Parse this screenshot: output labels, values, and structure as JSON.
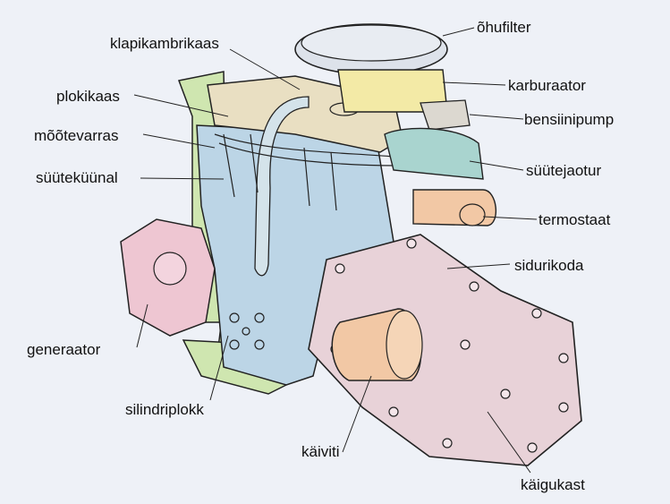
{
  "labels": {
    "ohufilter": "õhufilter",
    "klapikambrikaas": "klapikambrikaas",
    "karburaator": "karburaator",
    "plokikaas": "plokikaas",
    "bensiinipump": "bensiinipump",
    "mootevarras": "mõõtevarras",
    "suutejaotur": "süütejaotur",
    "suutekuunal": "süüteküünal",
    "termostaat": "termostaat",
    "sidurikoda": "sidurikoda",
    "generaator": "generaator",
    "silindriplokk": "silindriplokk",
    "kaiviti": "käiviti",
    "kaigukast": "käigukast"
  },
  "colors": {
    "background": "#eef1f7",
    "cylinder_head": "#e9dfc2",
    "engine_block": "#bcd5e6",
    "gearbox": "#e8d2d8",
    "alternator": "#eec6d2",
    "starter": "#f2c8a5",
    "carburetor": "#f3eaa6",
    "air_filter": "#dde2ea",
    "oil_pan": "#cfe6b0",
    "distributor": "#a9d4cf",
    "outline": "#222222"
  }
}
